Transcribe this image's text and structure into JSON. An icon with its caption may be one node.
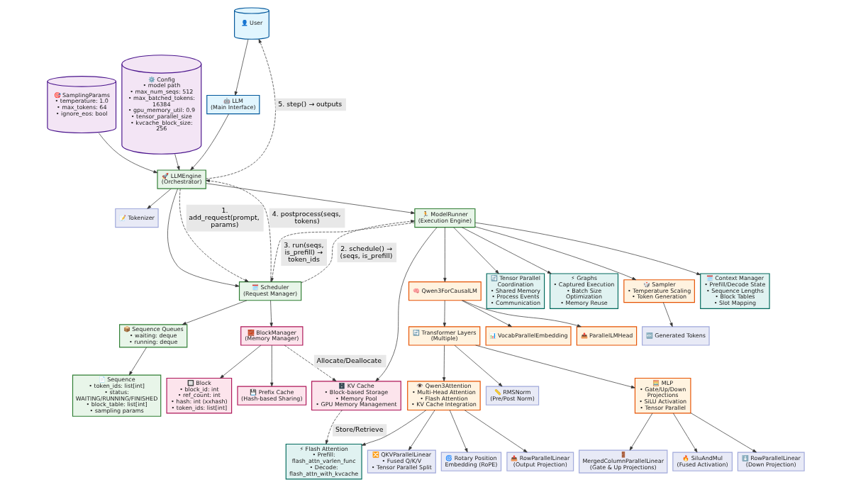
{
  "diagram": {
    "nodes": [
      {
        "text": [
          "👤 User"
        ]
      },
      {
        "text": [
          "🎯 SamplingParams",
          "• temperature: 1.0",
          "• max_tokens: 64",
          "• ignore_eos: bool"
        ]
      },
      {
        "text": [
          "⚙️ Config",
          "• model path",
          "• max_num_seqs: 512",
          "• max_batched_tokens: 16384",
          "• gpu_memory_util: 0.9",
          "• tensor_parallel_size",
          "• kvcache_block_size: 256"
        ]
      },
      {
        "text": [
          "🤖 LLM",
          "(Main Interface)"
        ]
      },
      {
        "text": [
          "🚀 LLMEngine",
          "(Orchestrator)"
        ]
      },
      {
        "text": [
          "📝 Tokenizer"
        ]
      },
      {
        "text": [
          "🗓️ Scheduler",
          "(Request Manager)"
        ]
      },
      {
        "text": [
          "🏃 ModelRunner",
          "(Execution Engine)"
        ]
      },
      {
        "text": [
          "📦 Sequence Queues",
          "• waiting: deque",
          "• running: deque"
        ]
      },
      {
        "text": [
          "🧱 BlockManager",
          "(Memory Manager)"
        ]
      },
      {
        "text": [
          "📄 Sequence",
          "• token_ids: list[int]",
          "• status: WAITING/RUNNING/FINISHED",
          "• block_table: list[int]",
          "• sampling params"
        ]
      },
      {
        "text": [
          "🔲 Block",
          "• block_id: int",
          "• ref_count: int",
          "• hash: int (xxhash)",
          "• token_ids: list[int]"
        ]
      },
      {
        "text": [
          "💾 Prefix Cache",
          "(Hash-based Sharing)"
        ]
      },
      {
        "text": [
          "🔄 Tensor Parallel Coordination",
          "• Shared Memory",
          "• Process Events",
          "• Communication"
        ]
      },
      {
        "text": [
          "🗄️ KV Cache",
          "• Block-based Storage",
          "• Memory Pool",
          "• GPU Memory Management"
        ]
      },
      {
        "text": [
          "⚡ Graphs",
          "• Captured Execution",
          "• Batch Size Optimization",
          "• Memory Reuse"
        ]
      },
      {
        "text": [
          "🧠 Qwen3ForCausalLM"
        ]
      },
      {
        "text": [
          "🎲 Sampler",
          "• Temperature Scaling",
          "• Token Generation"
        ]
      },
      {
        "text": [
          "🗓️ Context Manager",
          "• Prefill/Decode State",
          "• Sequence Lengths",
          "• Block Tables",
          "• Slot Mapping"
        ]
      },
      {
        "text": [
          "📊 VocabParallelEmbedding"
        ]
      },
      {
        "text": [
          "📤 ParallelLMHead"
        ]
      },
      {
        "text": [
          "🔤 Generated Tokens"
        ]
      },
      {
        "text": [
          "🔄 Transformer Layers",
          "(Multiple)"
        ]
      },
      {
        "text": [
          "👁️ Qwen3Attention",
          "• Multi-Head Attention",
          "• Flash Attention",
          "• KV Cache Integration"
        ]
      },
      {
        "text": [
          "📏 RMSNorm",
          "(Pre/Post Norm)"
        ]
      },
      {
        "text": [
          "🧮 MLP",
          "• Gate/Up/Down Projections",
          "• SiLU Activation",
          "• Tensor Parallel"
        ]
      },
      {
        "text": [
          "🔀 QKVParallelLinear",
          "• Fused Q/K/V",
          "• Tensor Parallel Split"
        ]
      },
      {
        "text": [
          "⚡ Flash Attention",
          "• Prefill: flash_attn_varlen_func",
          "• Decode: flash_attn_with_kvcache"
        ]
      },
      {
        "text": [
          "🌀 Rotary Position Embedding (RoPE)"
        ]
      },
      {
        "text": [
          "📤 RowParallelLinear",
          "(Output Projection)"
        ]
      },
      {
        "text": [
          "🚪 MergedColumnParallelLinear",
          "(Gate & Up Projections)"
        ]
      },
      {
        "text": [
          "🔥 SiluAndMul",
          "(Fused Activation)"
        ]
      },
      {
        "text": [
          "⬇️ RowParallelLinear",
          "(Down Projection)"
        ]
      }
    ],
    "edges": [
      {
        "from": 0,
        "to": 3,
        "arrow": "to"
      },
      {
        "from": 3,
        "to": 4,
        "arrow": "to"
      },
      {
        "from": 1,
        "to": 4,
        "arrow": "to"
      },
      {
        "from": 2,
        "to": 4,
        "arrow": "to"
      },
      {
        "from": 4,
        "to": 5,
        "arrow": "to"
      },
      {
        "from": 4,
        "to": 6,
        "arrow": "to"
      },
      {
        "from": 4,
        "to": 7,
        "arrow": "to"
      },
      {
        "from": 6,
        "to": 8,
        "arrow": "to"
      },
      {
        "from": 6,
        "to": 9,
        "arrow": "to"
      },
      {
        "from": 8,
        "to": 10,
        "arrow": "to"
      },
      {
        "from": 9,
        "to": 11,
        "arrow": "to"
      },
      {
        "from": 9,
        "to": 12,
        "arrow": "to"
      },
      {
        "from": 7,
        "to": 13,
        "arrow": "to"
      },
      {
        "from": 7,
        "to": 14,
        "arrow": "to"
      },
      {
        "from": 7,
        "to": 15,
        "arrow": "to"
      },
      {
        "from": 7,
        "to": 16,
        "arrow": "to"
      },
      {
        "from": 7,
        "to": 17,
        "arrow": "to"
      },
      {
        "from": 7,
        "to": 18,
        "arrow": "to"
      },
      {
        "from": 16,
        "to": 19,
        "arrow": "to"
      },
      {
        "from": 16,
        "to": 20,
        "arrow": "to"
      },
      {
        "from": 16,
        "to": 22,
        "arrow": "to"
      },
      {
        "from": 17,
        "to": 21,
        "arrow": "to"
      },
      {
        "from": 22,
        "to": 23,
        "arrow": "to"
      },
      {
        "from": 22,
        "to": 24,
        "arrow": "to"
      },
      {
        "from": 22,
        "to": 25,
        "arrow": "to"
      },
      {
        "from": 23,
        "to": 26,
        "arrow": "to"
      },
      {
        "from": 23,
        "to": 27,
        "arrow": "to"
      },
      {
        "from": 23,
        "to": 28,
        "arrow": "to"
      },
      {
        "from": 23,
        "to": 29,
        "arrow": "to"
      },
      {
        "from": 25,
        "to": 30,
        "arrow": "to"
      },
      {
        "from": 25,
        "to": 31,
        "arrow": "to"
      },
      {
        "from": 25,
        "to": 32,
        "arrow": "to"
      },
      {
        "from": 4,
        "to": 6,
        "arrow": "to",
        "label": "1. add_request(prompt, params)",
        "style": "dashed"
      },
      {
        "from": 6,
        "to": 7,
        "arrow": "to",
        "label": "2. schedule() → (seqs, is_prefill)",
        "style": "dashed"
      },
      {
        "from": 7,
        "to": 6,
        "arrow": "to",
        "label": "3. run(seqs, is_prefill) → token_ids",
        "style": "dashed"
      },
      {
        "from": 6,
        "to": 4,
        "arrow": "to",
        "label": "4. postprocess(seqs, tokens)",
        "style": "dashed"
      },
      {
        "from": 4,
        "to": 0,
        "arrow": "to",
        "label": "5. step() → outputs",
        "style": "dashed"
      },
      {
        "from": 9,
        "to": 14,
        "arrow": "to",
        "label": "Allocate/Deallocate",
        "style": "dashed"
      },
      {
        "from": 14,
        "to": 27,
        "arrow": "to",
        "label": "Store/Retrieve",
        "style": "dashed"
      }
    ]
  }
}
